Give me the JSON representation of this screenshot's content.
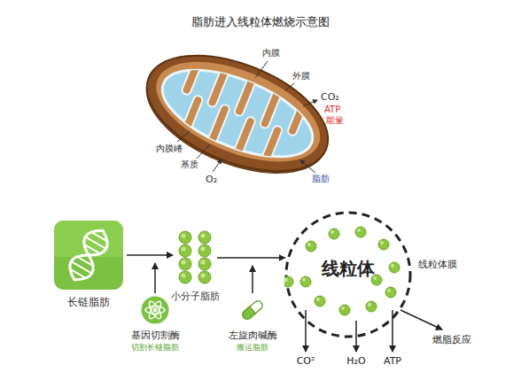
{
  "diagram": {
    "title": "脂肪进入线粒体燃烧示意图",
    "nodes": [
      {
        "text": [
          "长链脂肪"
        ]
      },
      {
        "text": [
          "小分子脂肪"
        ]
      },
      {
        "text": [
          "线粒体",
          "线粒体膜"
        ]
      },
      {
        "text": [
          "基因切割酶",
          "切割长链脂肪"
        ]
      },
      {
        "text": [
          "左旋肉碱酶",
          "搬运脂肪"
        ]
      }
    ],
    "edges": [
      {
        "from": 0,
        "to": 1,
        "arrow": "to"
      },
      {
        "from": 1,
        "to": 2,
        "arrow": "to"
      }
    ],
    "labels": [
      "内膜",
      "外膜",
      "CO₂",
      "ATP",
      "能量",
      "内膜嵴",
      "基质",
      "O₂",
      "脂肪",
      "CO²",
      "H₂O",
      "ATP",
      "燃脂反应"
    ]
  }
}
